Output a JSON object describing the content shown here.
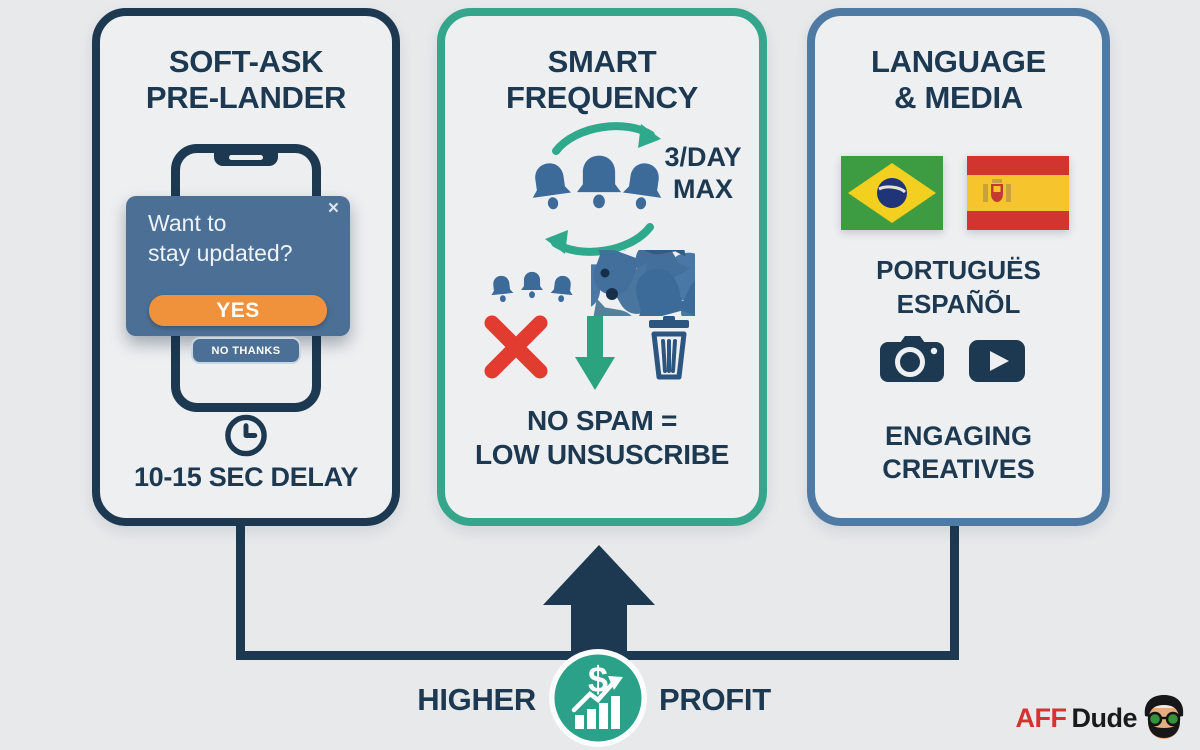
{
  "colors": {
    "background": "#e7e9eb",
    "navy": "#1c3951",
    "teal_border": "#35a58c",
    "steel_blue_border": "#4e7aa3",
    "popup_blue": "#4c6f96",
    "orange_button": "#f0923c",
    "red_cross": "#e23b30",
    "green_arrow": "#2ba37e",
    "bell_blue": "#3c6a99",
    "money_circle_green": "#2aa188",
    "brand_red": "#d4332f",
    "brand_black": "#1a1a1a"
  },
  "panels": {
    "prelander": {
      "title_line1": "SOFT-ASK",
      "title_line2": "PRE-LANDER",
      "popup": {
        "close_glyph": "×",
        "question_line1": "Want to",
        "question_line2": "stay updated?",
        "yes_label": "YES",
        "no_thanks_label": "NO THANKS"
      },
      "delay_label": "10-15 SEC DELAY"
    },
    "frequency": {
      "title_line1": "SMART",
      "title_line2": "FREQUENCY",
      "cap_line1": "3/DAY",
      "cap_line2": "MAX",
      "result_line1": "NO SPAM =",
      "result_line2": "LOW UNSUSCRIBE"
    },
    "language": {
      "title_line1": "LANGUAGE",
      "title_line2": "& MEDIA",
      "language_line1": "PORTUGUËS",
      "language_line2": "ESPAÑÕL",
      "creatives_line1": "ENGAGING",
      "creatives_line2": "CREATIVES"
    }
  },
  "footer": {
    "higher_label": "HIGHER",
    "profit_label": "PROFIT",
    "money_symbol": "$"
  },
  "brand": {
    "aff": "AFF",
    "dude": "Dude"
  },
  "icons": {
    "phone-icon": "smartphone outline",
    "close-icon": "×",
    "clock-icon": "clock outline",
    "refresh-arrows-icon": "circular teal arrows",
    "bell-icon": "notification bell",
    "bell-pile-icon": "heap of discarded bells",
    "cross-icon": "red X",
    "down-arrow-icon": "green arrow down",
    "trash-icon": "trash can outline",
    "brazil-flag-icon": "flag of Brazil",
    "spain-flag-icon": "flag of Spain",
    "camera-icon": "photo camera",
    "video-play-icon": "video play button",
    "up-arrow-icon": "large navy arrow up",
    "money-growth-icon": "dollar with rising bar chart in teal circle",
    "aff-dude-avatar-icon": "cartoon face with green glasses"
  }
}
